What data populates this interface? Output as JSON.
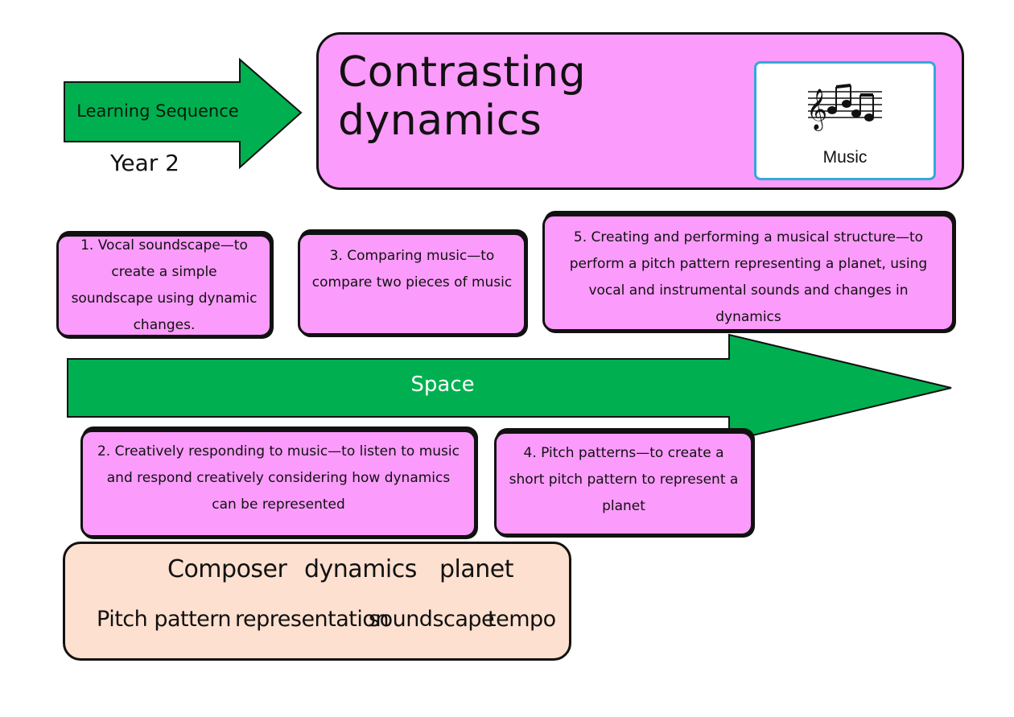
{
  "header": {
    "sequence_label": "Learning Sequence",
    "year": "Year 2",
    "title": "Contrasting dynamics",
    "subject": "Music",
    "subject_icon": "music-notes-icon"
  },
  "theme": {
    "label": "Space"
  },
  "steps": [
    {
      "number": "1",
      "text": "1. Vocal soundscape—to create a simple soundscape using dynamic changes."
    },
    {
      "number": "2",
      "text": "2. Creatively responding to music—to listen to music and respond creatively considering how dynamics can be represented"
    },
    {
      "number": "3",
      "text": "3. Comparing music—to compare two pieces of music"
    },
    {
      "number": "4",
      "text": "4. Pitch patterns—to create a short pitch pattern to represent a planet"
    },
    {
      "number": "5",
      "text": "5. Creating and performing a musical structure—to perform a pitch pattern representing a planet, using vocal and instrumental sounds and changes in dynamics"
    }
  ],
  "vocabulary": [
    "Composer",
    "dynamics",
    "planet",
    "Pitch pattern",
    "representation",
    "soundscape",
    "tempo"
  ],
  "colors": {
    "arrow_green": "#00b050",
    "card_pink": "#fb9bfb",
    "vocab_peach": "#fde0cf",
    "subject_border": "#33a9d6"
  }
}
